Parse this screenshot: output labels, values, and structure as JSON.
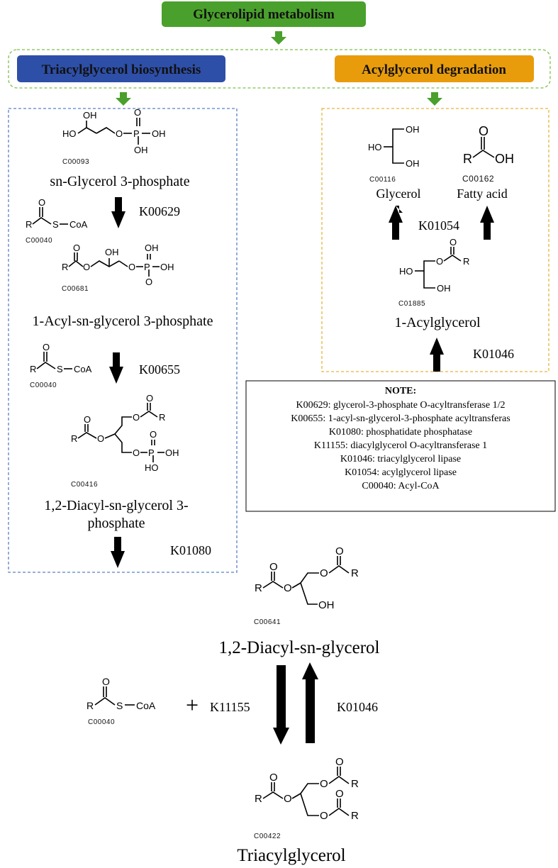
{
  "header": {
    "title": "Glycerolipid metabolism",
    "left_branch": "Triacylglycerol biosynthesis",
    "right_branch": "Acylglycerol degradation"
  },
  "colors": {
    "green": "#4aa02c",
    "blue": "#2e4fa8",
    "orange": "#e89c0c",
    "blue_dash": "#5b7fc4",
    "orange_dash": "#e9b43a",
    "green_dash": "#7cc04a"
  },
  "compounds": {
    "c00093": {
      "id": "C00093",
      "name": "sn-Glycerol 3-phosphate"
    },
    "c00040a": {
      "id": "C00040"
    },
    "c00681": {
      "id": "C00681",
      "name": "1-Acyl-sn-glycerol 3-phosphate"
    },
    "c00040b": {
      "id": "C00040"
    },
    "c00416": {
      "id": "C00416",
      "name_line1": "1,2-Diacyl-sn-glycerol 3-",
      "name_line2": "phosphate"
    },
    "c00641": {
      "id": "C00641",
      "name": "1,2-Diacyl-sn-glycerol"
    },
    "c00040c": {
      "id": "C00040"
    },
    "c00422": {
      "id": "C00422",
      "name": "Triacylglycerol"
    },
    "c00116": {
      "id": "C00116",
      "name": "Glycerol"
    },
    "c00162": {
      "id": "C00162",
      "name": "Fatty acid"
    },
    "c01885": {
      "id": "C01885",
      "name": "1-Acylglycerol"
    }
  },
  "atoms": {
    "OH": "OH",
    "HO": "HO",
    "O": "O",
    "P": "P",
    "R": "R",
    "S": "S",
    "CoA": "CoA"
  },
  "enzymes": {
    "k00629": "K00629",
    "k00655": "K00655",
    "k01080": "K01080",
    "k01054": "K01054",
    "k01046_a": "K01046",
    "k11155": "K11155",
    "k01046_b": "K01046",
    "plus": "+"
  },
  "note": {
    "title": "NOTE:",
    "lines": [
      "K00629: glycerol-3-phosphate O-acyltransferase 1/2",
      "K00655: 1-acyl-sn-glycerol-3-phosphate acyltransferas",
      "K01080: phosphatidate phosphatase",
      "K11155:  diacylglycerol O-acyltransferase 1",
      "K01046: triacylglycerol lipase",
      "K01054: acylglycerol lipase",
      "C00040: Acyl-CoA"
    ]
  }
}
